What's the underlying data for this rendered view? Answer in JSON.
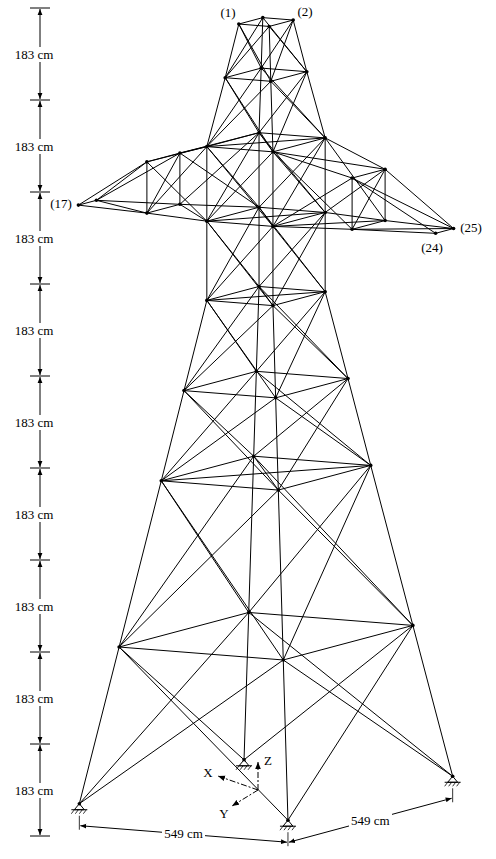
{
  "diagram": {
    "labels": [
      "183 cm",
      "183 cm",
      "183 cm",
      "183 cm",
      "183 cm",
      "183 cm",
      "183 cm",
      "183 cm",
      "183 cm",
      "(1)",
      "(2)",
      "(17)",
      "(25)",
      "(24)",
      "X",
      "Y",
      "Z",
      "549 cm",
      "549 cm"
    ]
  }
}
